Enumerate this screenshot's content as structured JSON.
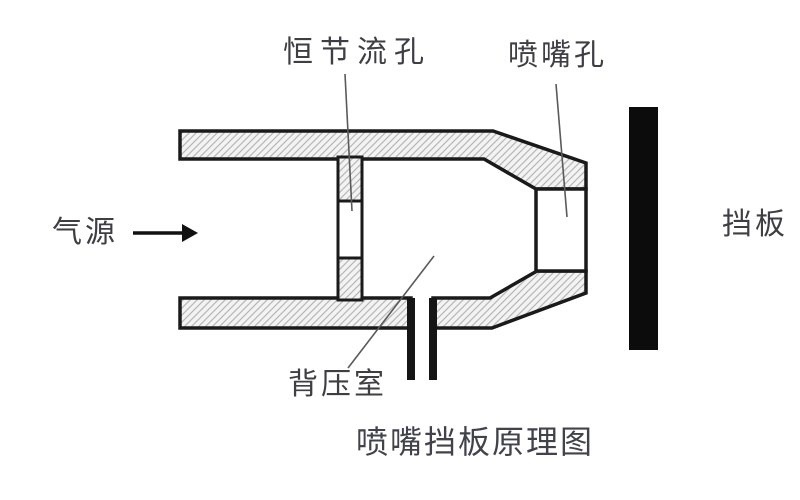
{
  "diagram": {
    "caption": "喷嘴挡板原理图",
    "labels": {
      "orifice": "恒节流孔",
      "nozzle_hole": "喷嘴孔",
      "air_source": "气源",
      "flapper": "挡板",
      "back_pressure_chamber": "背压室"
    },
    "icons": {
      "flow_arrow": "arrow-right"
    },
    "colors": {
      "background": "#ffffff",
      "wall_outline": "#1a1a1a",
      "hatch_fill": "#f3f3f3",
      "hatch_line": "#b9b9b9",
      "flapper_fill": "#0c0c0c",
      "label_text": "#3e3e44",
      "leader_line": "#5a5a5a"
    }
  }
}
